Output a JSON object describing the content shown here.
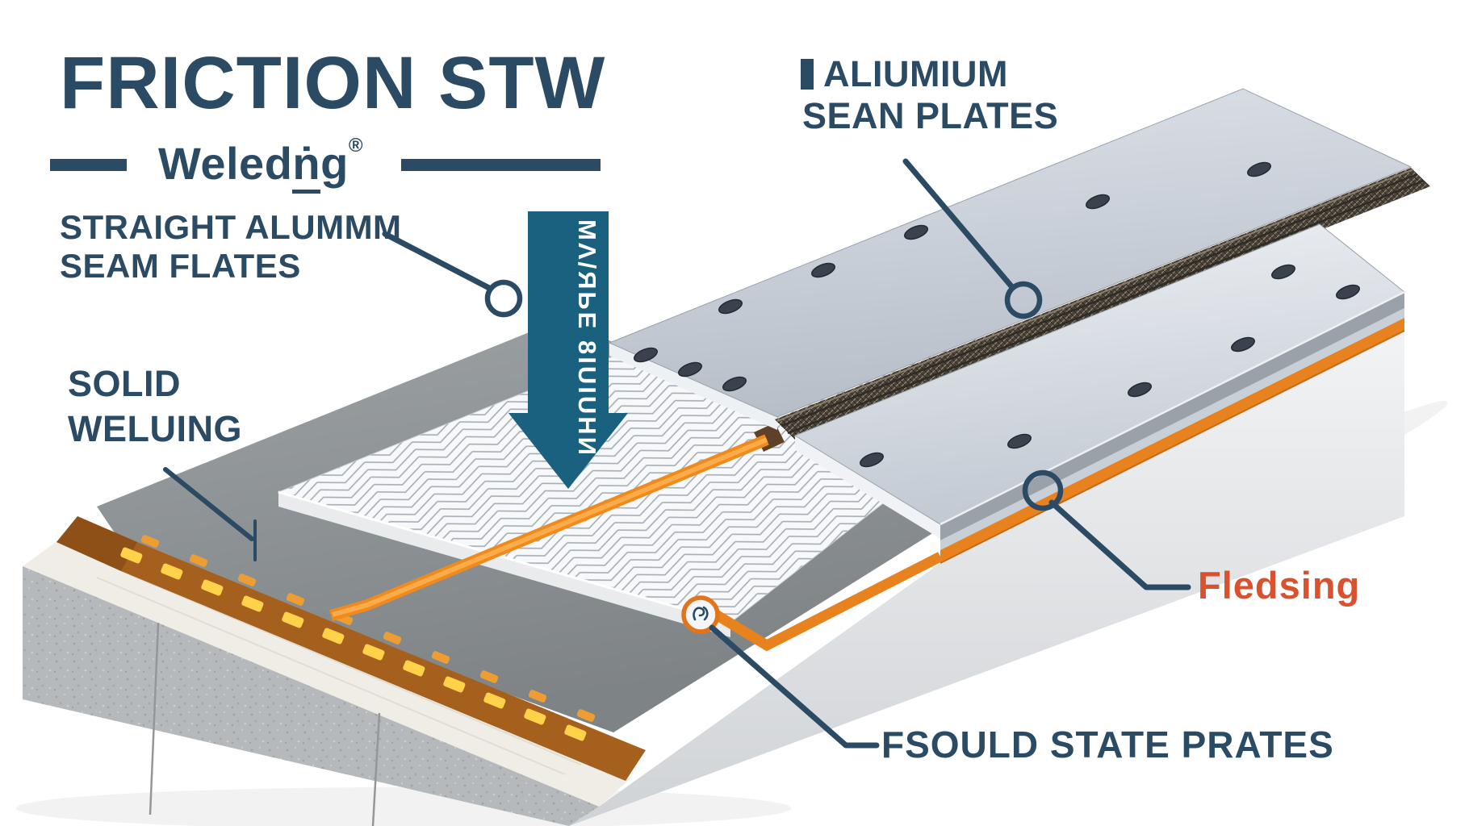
{
  "header": {
    "title": "FRICTION STW",
    "subtitle": {
      "pre": "Weled",
      "n": "ṅ",
      "post": "g",
      "reg": "®"
    }
  },
  "callouts": {
    "straight_seam": {
      "line1": "STRAIGHT ALUMMM",
      "line2": "SEAM FLATES"
    },
    "solid_welding": {
      "line1": "SOLID",
      "line2": "WELUING"
    },
    "aluminum_plates": {
      "line1": "ALIUMIUM",
      "line2": "SEAN PLATES"
    },
    "flashing": {
      "text": "Fledsing"
    },
    "solid_state_plates": {
      "text": "FSOULD STATE PRATES"
    }
  },
  "arrow": {
    "vertical_text": "MΛ/ЯЬЕ 8IUIUНИ"
  },
  "colors": {
    "navy_text": "#2b4a63",
    "arrow_teal": "#1a6180",
    "label_orange": "#d9512e",
    "weld_seam_orange": "#ef8a1c",
    "flashing_strip_orange": "#e8821f",
    "backing_strip_brown": "#a5601e",
    "backing_dash_yellow": "#ffd24a",
    "plate_metal_light": "#e6eaef",
    "plate_metal_dark": "#c2c9d2",
    "weld_band_dark": "#4a433a",
    "base_cream": "#f0ede6",
    "background": "#ffffff"
  }
}
